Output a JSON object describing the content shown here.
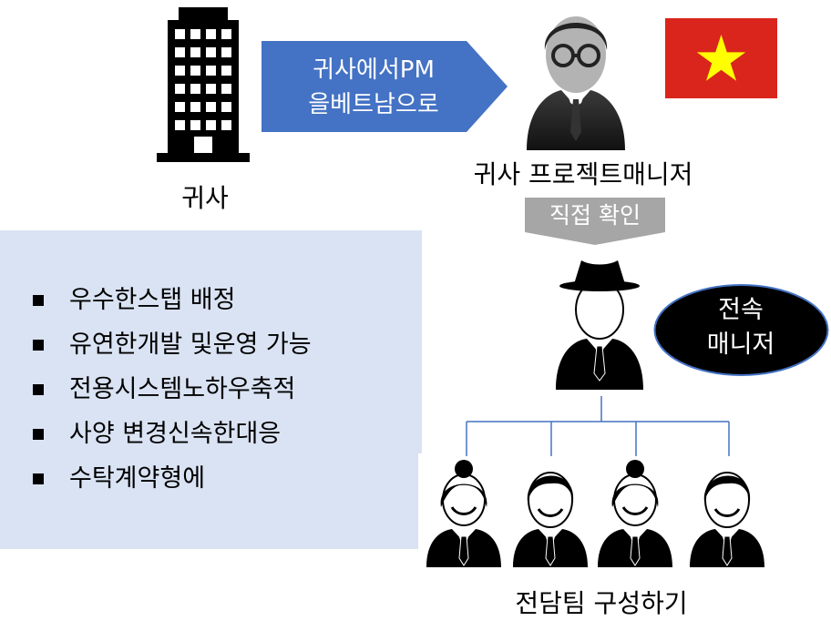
{
  "company": {
    "label": "귀사"
  },
  "transfer_arrow": {
    "line1": "귀사에서PM",
    "line2": "을베트남으로",
    "color": "#4472c4"
  },
  "project_manager": {
    "label": "귀사 프로젝트매니저"
  },
  "flag": {
    "name": "vietnam-flag",
    "field_color": "#da251d",
    "star_color": "#ffff00"
  },
  "confirm_arrow": {
    "label": "직접 확인",
    "color": "#a6a6a6"
  },
  "dedicated_manager_badge": {
    "line1": "전속",
    "line2": "매니저",
    "color": "#000000",
    "border_color": "#4472c4"
  },
  "team": {
    "label": "전담팀 구성하기",
    "members": [
      "female",
      "male",
      "female",
      "male"
    ]
  },
  "benefits": {
    "panel_color": "#dae3f3",
    "items": [
      "우수한스탭 배정",
      "유연한개발 및운영 가능",
      "전용시스템노하우축적",
      "사양 변경신속한대응",
      "수탁계약형에"
    ]
  }
}
